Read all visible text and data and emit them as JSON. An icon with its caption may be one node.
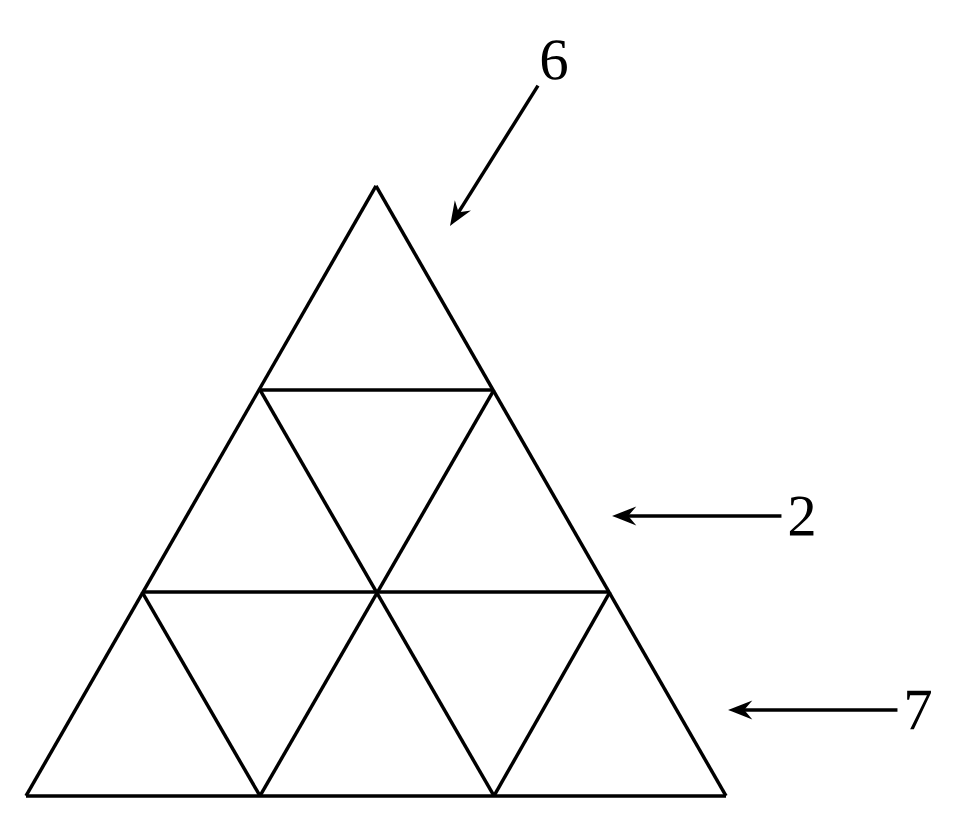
{
  "diagram": {
    "nodes": [
      {
        "text": [
          "6"
        ]
      },
      {
        "text": [
          "2"
        ]
      },
      {
        "text": [
          "7"
        ]
      }
    ],
    "edges": [
      {
        "from": 0,
        "to": null,
        "arrow": "to"
      },
      {
        "from": 1,
        "to": null,
        "arrow": "to"
      },
      {
        "from": 2,
        "to": null,
        "arrow": "to"
      }
    ]
  }
}
